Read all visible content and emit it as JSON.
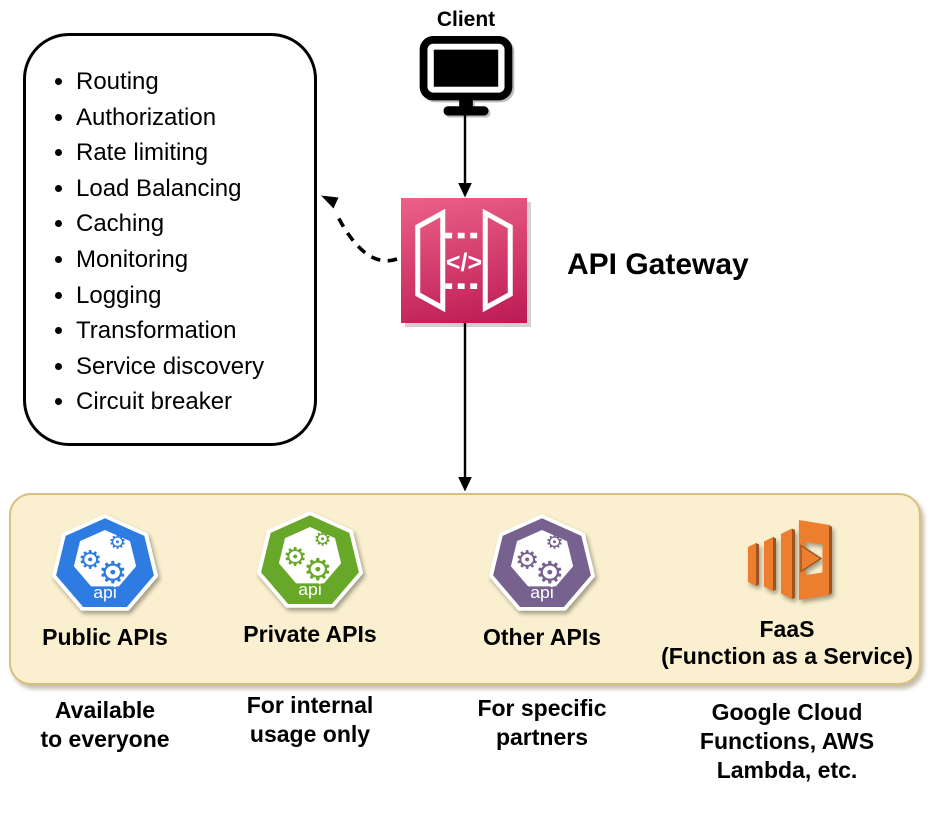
{
  "client": {
    "label": "Client"
  },
  "gateway": {
    "label": "API Gateway",
    "icon_code": "</>"
  },
  "features": {
    "items": [
      "Routing",
      "Authorization",
      "Rate limiting",
      "Load Balancing",
      "Caching",
      "Monitoring",
      "Logging",
      "Transformation",
      "Service discovery",
      "Circuit breaker"
    ]
  },
  "backends": {
    "panel": {
      "fill": "#FAF0CF",
      "border": "#D8BE81"
    },
    "items": [
      {
        "name": "Public APIs",
        "icon_text": "api",
        "color": "#2E7CE2",
        "caption": "Available\nto everyone"
      },
      {
        "name": "Private APIs",
        "icon_text": "api",
        "color": "#68A828",
        "caption": "For internal\nusage only"
      },
      {
        "name": "Other APIs",
        "icon_text": "api",
        "color": "#77618E",
        "caption": "For specific\npartners"
      },
      {
        "name": "FaaS",
        "subname": "(Function as a Service)",
        "color": "#ED7E2E",
        "caption": "Google Cloud\nFunctions, AWS\nLambda, etc."
      }
    ]
  },
  "colors": {
    "gateway_gradient_top": "#EC6188",
    "gateway_gradient_bottom": "#BC1A53",
    "faas_dark": "#9E5420",
    "arrow": "#000000"
  },
  "icons": {
    "client": "monitor-icon",
    "gateway": "api-gateway-icon",
    "backend_api": "heptagon-gears-api-icon",
    "faas": "aws-lambda-icon"
  }
}
